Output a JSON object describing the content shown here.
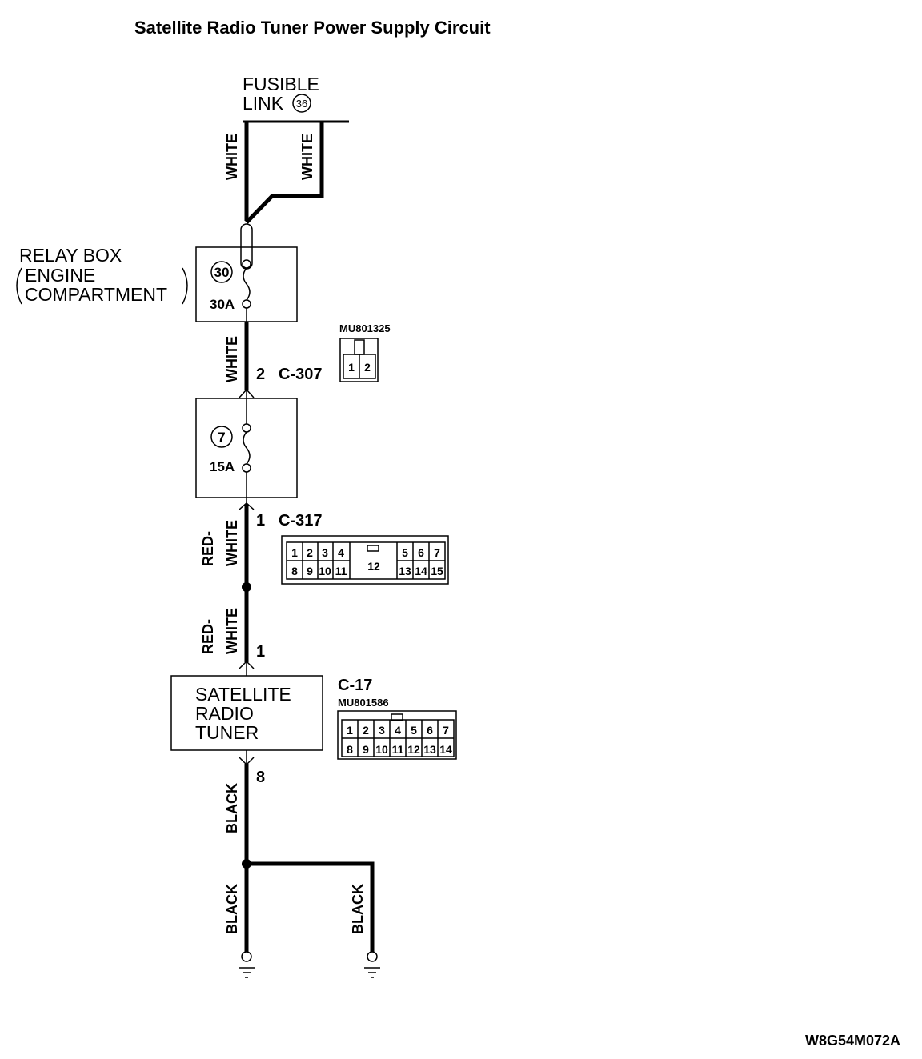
{
  "title": "Satellite Radio Tuner Power Supply Circuit",
  "fusible_link": {
    "line1": "FUSIBLE",
    "line2": "LINK",
    "number": "36"
  },
  "wires": {
    "white_1": "WHITE",
    "white_2": "WHITE",
    "white_3": "WHITE",
    "red_white_1_a": "RED-",
    "red_white_1_b": "WHITE",
    "red_white_2_a": "RED-",
    "red_white_2_b": "WHITE",
    "black_1": "BLACK",
    "black_2": "BLACK",
    "black_3": "BLACK"
  },
  "relay_box": {
    "line1": "RELAY BOX",
    "line2": "ENGINE",
    "line3": "COMPARTMENT",
    "fuse_number": "30",
    "fuse_rating": "30A"
  },
  "fuse_7": {
    "number": "7",
    "rating": "15A"
  },
  "c307": {
    "pin": "2",
    "name": "C-307",
    "part": "MU801325",
    "pins": [
      "1",
      "2"
    ]
  },
  "c317": {
    "pin": "1",
    "name": "C-317",
    "row1_left": [
      "1",
      "2",
      "3",
      "4"
    ],
    "row1_right": [
      "5",
      "6",
      "7"
    ],
    "row2_left": [
      "8",
      "9",
      "10",
      "11"
    ],
    "center": "12",
    "row2_right": [
      "13",
      "14",
      "15"
    ]
  },
  "tuner": {
    "line1": "SATELLITE",
    "line2": "RADIO",
    "line3": "TUNER",
    "pin_in": "1",
    "pin_out": "8",
    "connector": "C-17",
    "part": "MU801586",
    "row1": [
      "1",
      "2",
      "3",
      "4",
      "5",
      "6",
      "7"
    ],
    "row2": [
      "8",
      "9",
      "10",
      "11",
      "12",
      "13",
      "14"
    ]
  },
  "figure_id": "W8G54M072A"
}
